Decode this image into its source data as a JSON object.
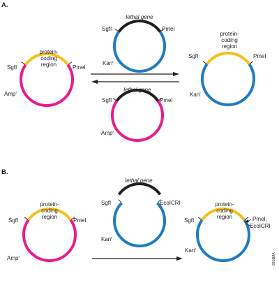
{
  "colors": {
    "amp_backbone": "#e61e8c",
    "kan_backbone": "#1f7cc0",
    "protein_coding": "#f5c01c",
    "lethal_gene": "#231f20",
    "text": "#231f20"
  },
  "panel_a": {
    "label": "A.",
    "left_plasmid": {
      "region": [
        "protein-",
        "coding",
        "region"
      ],
      "site_left": "SgfI",
      "site_right": "PmeI",
      "marker": "Amp",
      "marker_sup": "r"
    },
    "top_plasmid": {
      "gene": "lethal gene",
      "site_left": "SgfI",
      "site_right": "PmeI",
      "marker": "Kan",
      "marker_sup": "r"
    },
    "bottom_plasmid": {
      "gene": "lethal gene",
      "site_left": "SgfI",
      "site_right": "PmeI",
      "marker": "Amp",
      "marker_sup": "r"
    },
    "right_plasmid": {
      "region": [
        "protein-",
        "coding",
        "region"
      ],
      "site_left": "SgfI",
      "site_right": "PmeI",
      "marker": "Kan",
      "marker_sup": "r"
    }
  },
  "panel_b": {
    "label": "B.",
    "left_plasmid": {
      "region": [
        "protein-",
        "coding",
        "region"
      ],
      "site_left": "SgfI",
      "site_right": "PmeI",
      "marker": "Amp",
      "marker_sup": "r"
    },
    "middle_plasmid": {
      "gene": "lethal gene",
      "site_left": "SgfI",
      "site_right": "EcoICRI",
      "marker": "Kan",
      "marker_sup": "r"
    },
    "right_plasmid": {
      "region": [
        "protein-",
        "coding",
        "region"
      ],
      "site_left": "SgfI",
      "site_right_1": "PmeI,",
      "site_right_2": "EcoICRI",
      "marker": "Kan",
      "marker_sup": "r"
    }
  },
  "figure_code": "6918MA"
}
